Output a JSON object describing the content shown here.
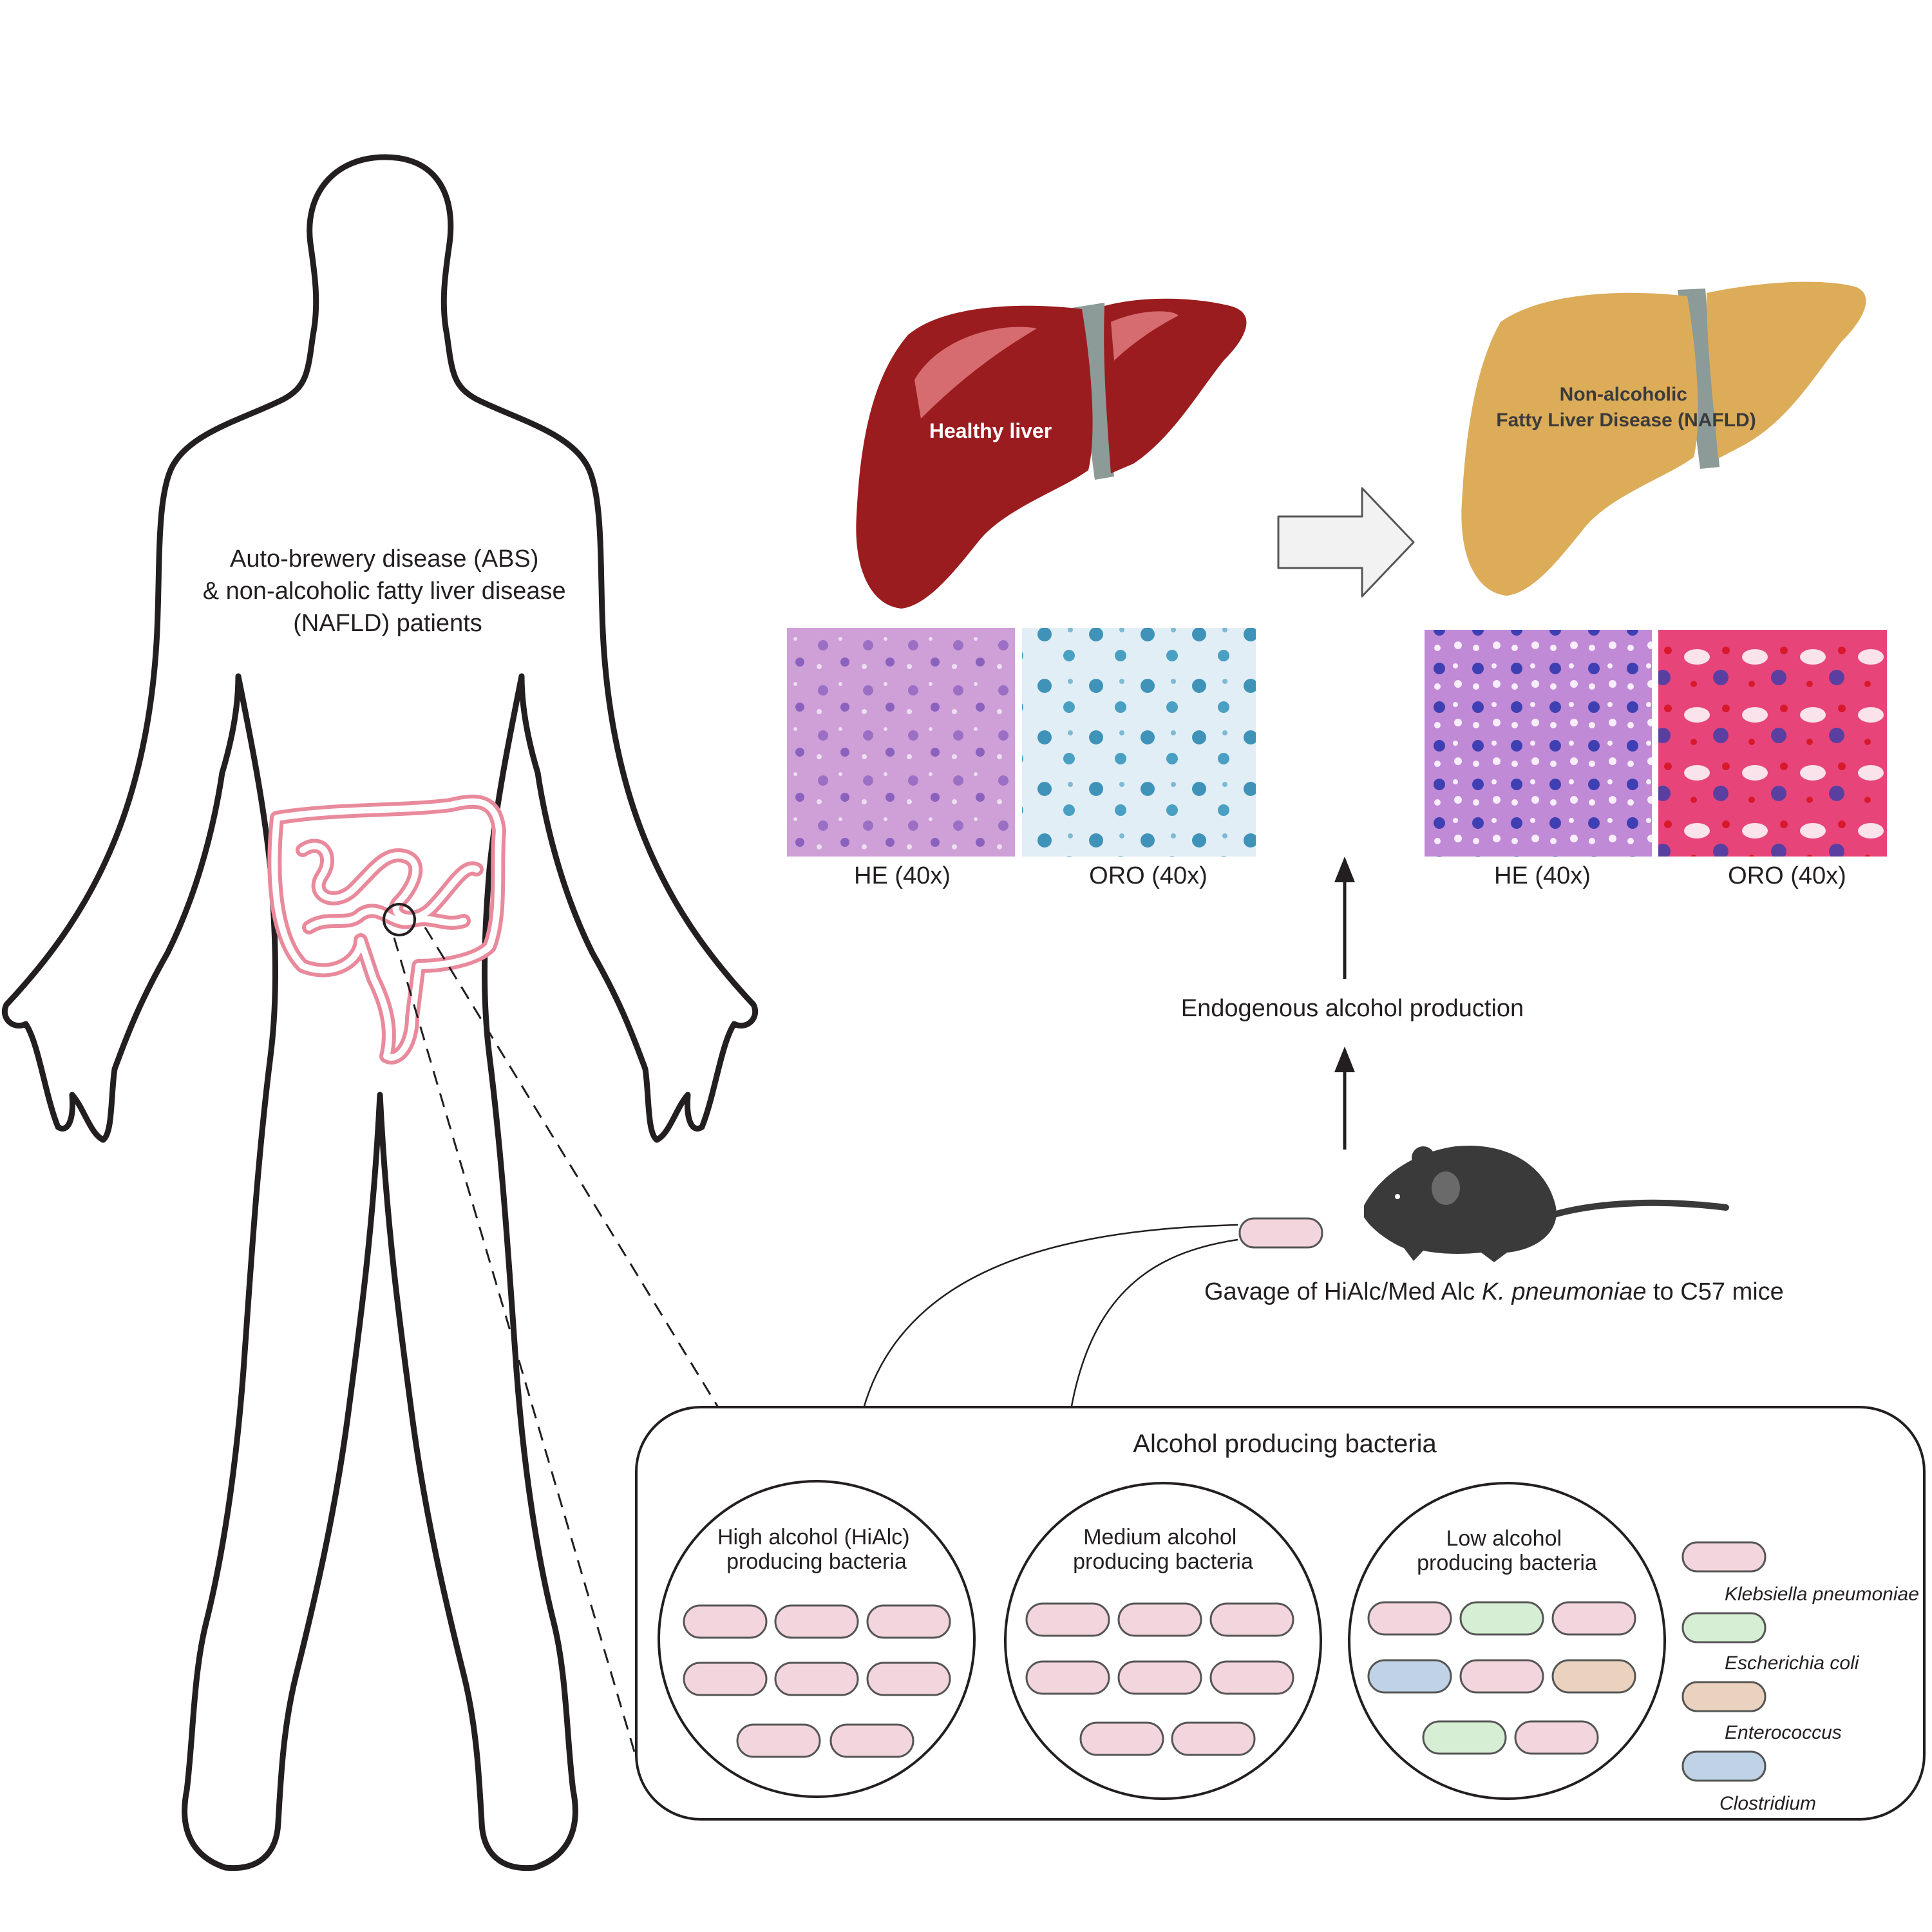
{
  "patients_label": [
    "Auto-brewery disease (ABS)",
    "& non-alcoholic fatty liver disease",
    "(NAFLD) patients"
  ],
  "healthy_liver": {
    "label": "Healthy liver"
  },
  "nafld_liver": {
    "label": [
      "Non-alcoholic",
      "Fatty Liver Disease (NAFLD)"
    ]
  },
  "histology": {
    "healthy": {
      "he_label": "HE (40x)",
      "oro_label": "ORO (40x)"
    },
    "nafld": {
      "he_label": "HE (40x)",
      "oro_label": "ORO (40x)"
    }
  },
  "endogenous_label": "Endogenous alcohol production",
  "gavage_label": {
    "prefix": "Gavage of HiAlc/Med Alc ",
    "species": "K. pneumoniae",
    "suffix": " to C57 mice"
  },
  "bacteria_box": {
    "title": "Alcohol producing bacteria",
    "groups": [
      {
        "title": [
          "High alcohol (HiAlc)",
          "producing bacteria"
        ]
      },
      {
        "title": [
          "Medium alcohol",
          "producing bacteria"
        ]
      },
      {
        "title": [
          "Low alcohol",
          "producing bacteria"
        ]
      }
    ]
  },
  "legend": [
    {
      "name": "Klebsiella pneumoniae",
      "color": "#f3d5dd"
    },
    {
      "name": "Escherichia coli",
      "color": "#d6eed3"
    },
    {
      "name": "Enterococcus",
      "color": "#ead2bf"
    },
    {
      "name": "Clostridium",
      "color": "#bfd2e6"
    }
  ],
  "colors": {
    "healthy_liver": "#9b1c1f",
    "nafld_liver": "#dcac59",
    "intestine": "#e98a9c",
    "outline": "#231f20"
  }
}
